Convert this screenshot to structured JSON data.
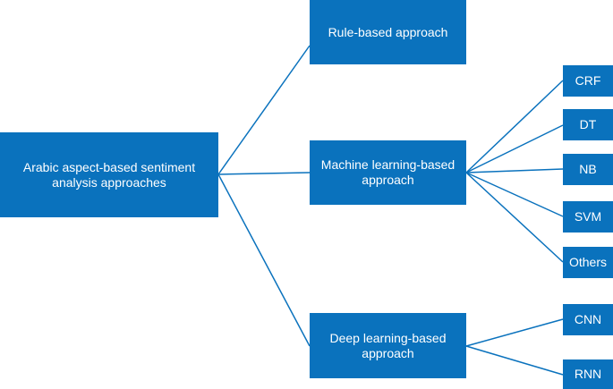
{
  "diagram": {
    "accent_color": "#0a72bd",
    "root": {
      "label": "Arabic aspect-based sentiment\nanalysis approaches"
    },
    "branches": {
      "rule": {
        "label": "Rule-based approach"
      },
      "ml": {
        "label": "Machine learning-based\napproach"
      },
      "dl": {
        "label": "Deep learning-based\napproach"
      }
    },
    "ml_methods": [
      "CRF",
      "DT",
      "NB",
      "SVM",
      "Others"
    ],
    "dl_methods": [
      "CNN",
      "RNN"
    ]
  }
}
